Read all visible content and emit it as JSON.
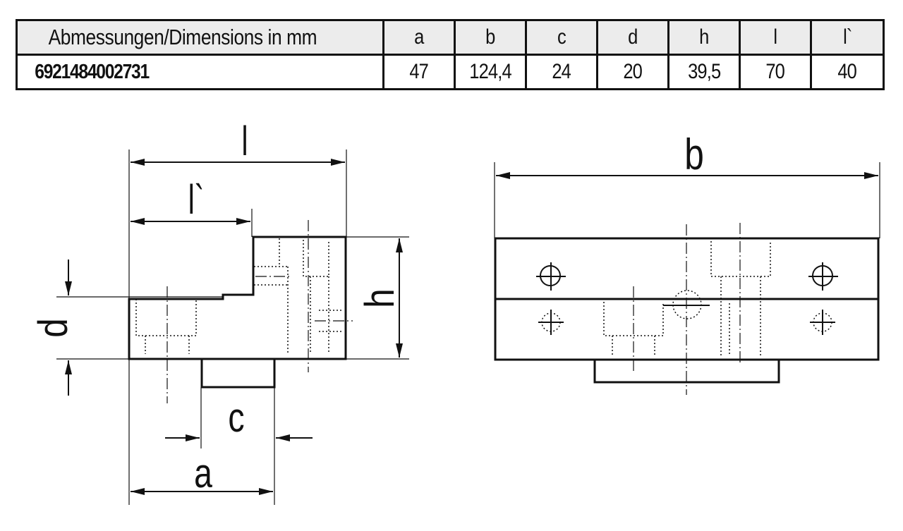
{
  "table": {
    "header_label": "Abmessungen/Dimensions in mm",
    "columns": [
      "a",
      "b",
      "c",
      "d",
      "h",
      "l",
      "l`"
    ],
    "article_number": "6921484002731",
    "values": [
      "47",
      "124,4",
      "24",
      "20",
      "39,5",
      "70",
      "40"
    ]
  },
  "drawing": {
    "labels": {
      "l": "l",
      "l_prime": "l`",
      "d": "d",
      "h": "h",
      "c": "c",
      "a": "a",
      "b": "b"
    }
  }
}
